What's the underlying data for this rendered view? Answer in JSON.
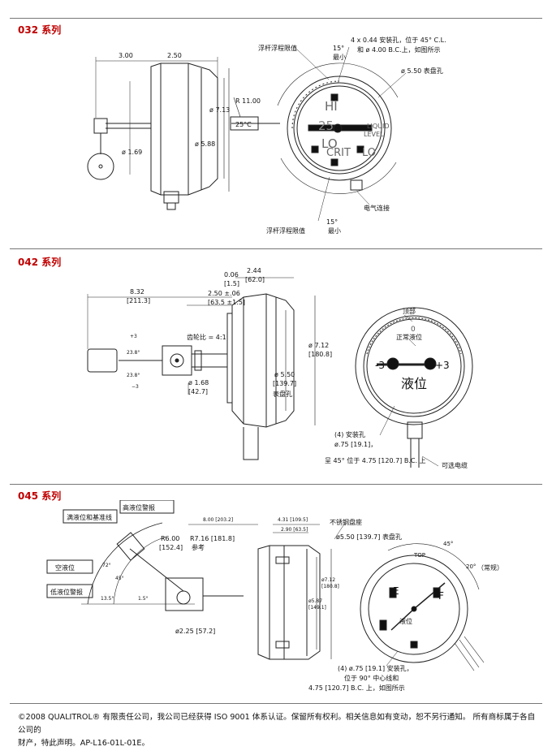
{
  "sections": [
    {
      "title": "032 系列"
    },
    {
      "title": "042 系列"
    },
    {
      "title": "045 系列"
    }
  ],
  "s032": {
    "dim_300": "3.00",
    "dim_250": "2.50",
    "dim_713": "ø 7.13",
    "dim_588": "ø 5.88",
    "dim_169": "ø 1.69",
    "r1100": "R 11.00",
    "temp": "25°C",
    "float_limit_top": "浮杆浮程限值",
    "float_limit_bottom": "浮杆浮程限值",
    "deg15_top": "15°",
    "min_top": "最小",
    "deg15_bottom": "15°",
    "min_bottom": "最小",
    "holes_line1": "4 x 0.44 安装孔，位于 45° C.L.",
    "holes_line2": "和 ø 4.00 B.C.上，如图所示",
    "dial_hole": "ø 5.50 表盘孔",
    "electrical": "电气连接",
    "dial_hi": "HI",
    "dial_lo": "LO",
    "dial_crit": "CRIT",
    "dial_lo2": "LO",
    "dial_liquid": "LIQUID",
    "dial_level": "LEVEL",
    "dial_25": "25"
  },
  "s042": {
    "d006": "0.06",
    "d006b": "[1.5]",
    "d244": "2.44",
    "d244b": "[62.0]",
    "d832": "8.32",
    "d832b": "[211.3]",
    "d250": "2.50 ±.06",
    "d250b": "[63.5 ±1.5]",
    "gear": "齿轮比 = 4:1",
    "d168": "ø 1.68",
    "d168b": "[42.7]",
    "d550": "ø 5.50",
    "d550b": "[139.7]",
    "dialhole": "表盘孔",
    "d712": "ø 7.12",
    "d712b": "[180.8]",
    "top": "顶部",
    "normal": "正常液位",
    "liquid": "液位",
    "minus3": "-3",
    "plus3": "+3",
    "zero": "0",
    "holes4": "(4) 安装孔",
    "d75": "ø.75 [19.1]，",
    "bc": "呈 45° 位于 4.75 [120.7] B.C. 上",
    "cable": "可选电缆",
    "p3": "+3",
    "ang1": "23.8°",
    "ang2": "23.8°",
    "m3": "−3"
  },
  "s045": {
    "full": "满液位和基准线",
    "high": "高液位警报",
    "empty": "空液位",
    "low": "低液位警报",
    "r600": "R6.00",
    "r600b": "[152.4]",
    "r716": "R7.16 [181.8]",
    "ref": "参考",
    "d800": "8.00 [203.2]",
    "d431": "4.31 [109.5]",
    "d290": "2.90 [63.5]",
    "steel": "不锈钢盘座",
    "dialhole": "ø5.50 [139.7] 表盘孔",
    "d712": "ø7.12",
    "d712b": "[180.8]",
    "d587": "ø5.87",
    "d587b": "[149.1]",
    "d225": "ø2.25 [57.2]",
    "ang72": "72°",
    "ang45": "45°",
    "ang13": "13.5°",
    "ang15": "1.5°",
    "top": "TOP",
    "deg45": "45°",
    "deg20": "20°",
    "normal": "（常规）",
    "f": "F",
    "e": "E",
    "level": "液位",
    "holes1": "(4) ø.75 [19.1] 安装孔，",
    "holes2": "位于 90° 中心线和",
    "holes3": "4.75 [120.7] B.C. 上，如图所示"
  },
  "footer": {
    "line1": "©2008 QUALITROL® 有限责任公司，我公司已经获得 ISO 9001 体系认证。保留所有权利。相关信息如有变动，恕不另行通知。 所有商标属于各自公司的",
    "line2": "财产，特此声明。AP-L16-01L-01E。"
  }
}
